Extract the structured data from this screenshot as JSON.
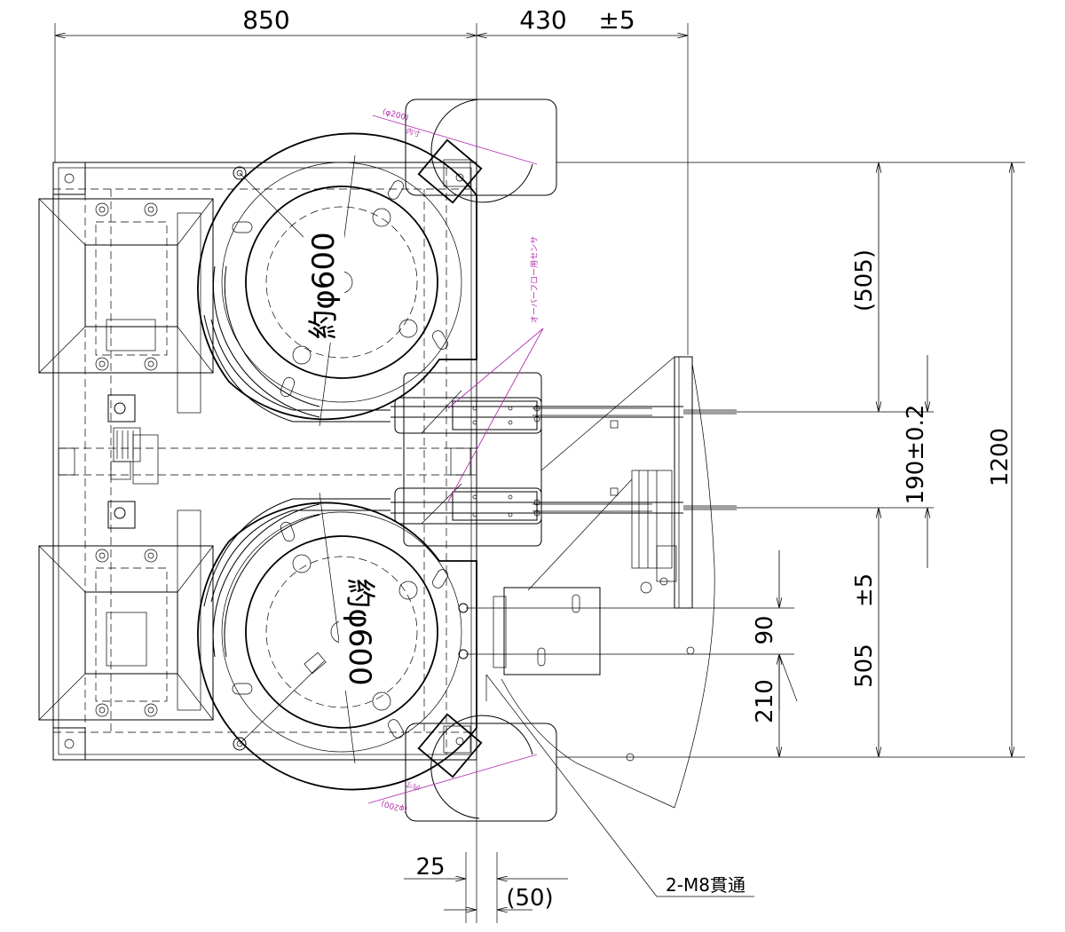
{
  "dimensions": {
    "width_850": "850",
    "width_430": "430",
    "tol_5_top": "±5",
    "dim_505_paren": "(505)",
    "pitch_190": "190±0.2",
    "total_1200": "1200",
    "tol_5_right": "±5",
    "dim_505": "505",
    "dim_90": "90",
    "dim_210": "210",
    "dim_25": "25",
    "dim_50_paren": "(50)"
  },
  "labels": {
    "bowl_upper": "約φ600",
    "bowl_lower": "約φ600",
    "bucket_top_dia": "(φ200)",
    "bucket_top_inner": "内寸",
    "bucket_bottom_dia": "(φ200)",
    "bucket_bottom_inner": "内寸",
    "overflow_sensor": "オーバーフロー用センサ",
    "bolt_holes": "2-M8貫通"
  },
  "colors": {
    "line": "#000000",
    "annotation": "#b030b0",
    "background": "#ffffff"
  }
}
